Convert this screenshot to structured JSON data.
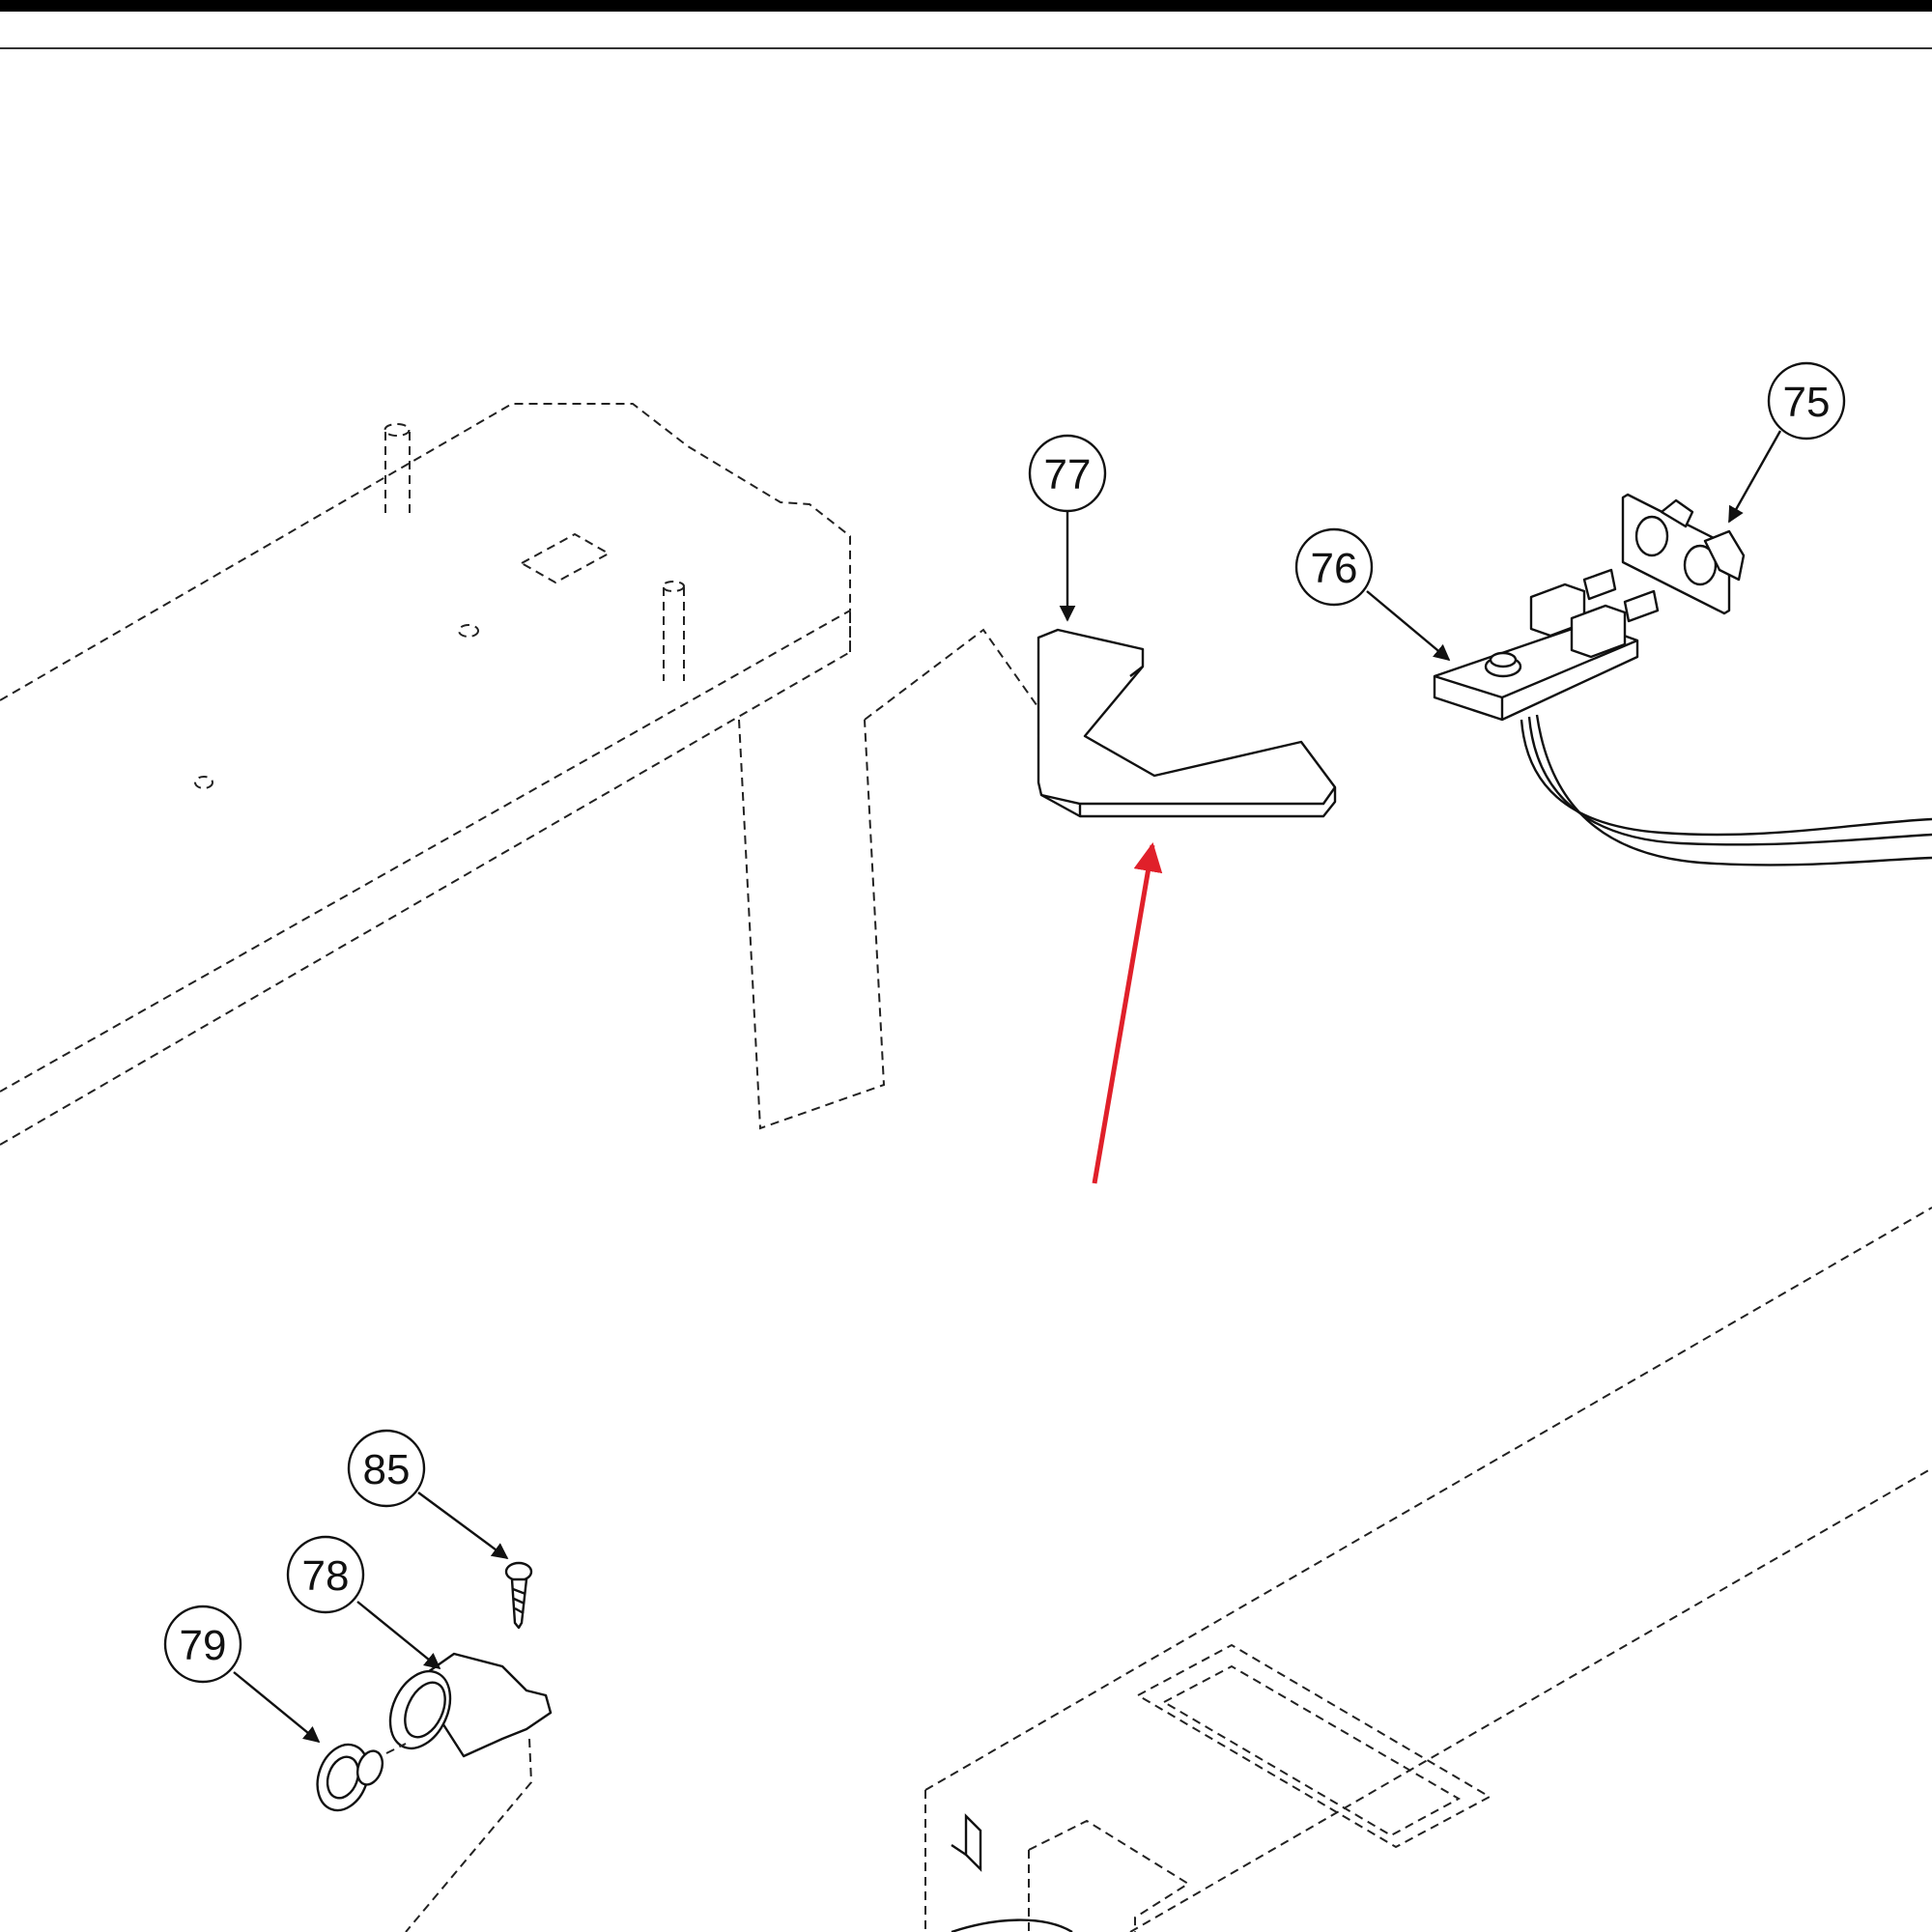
{
  "diagram": {
    "callouts": [
      {
        "id": "75",
        "label": "75"
      },
      {
        "id": "76",
        "label": "76"
      },
      {
        "id": "77",
        "label": "77"
      },
      {
        "id": "78",
        "label": "78"
      },
      {
        "id": "79",
        "label": "79"
      },
      {
        "id": "85",
        "label": "85"
      }
    ],
    "highlight_arrow_color": "#e0202a",
    "line_color": "#111111"
  }
}
